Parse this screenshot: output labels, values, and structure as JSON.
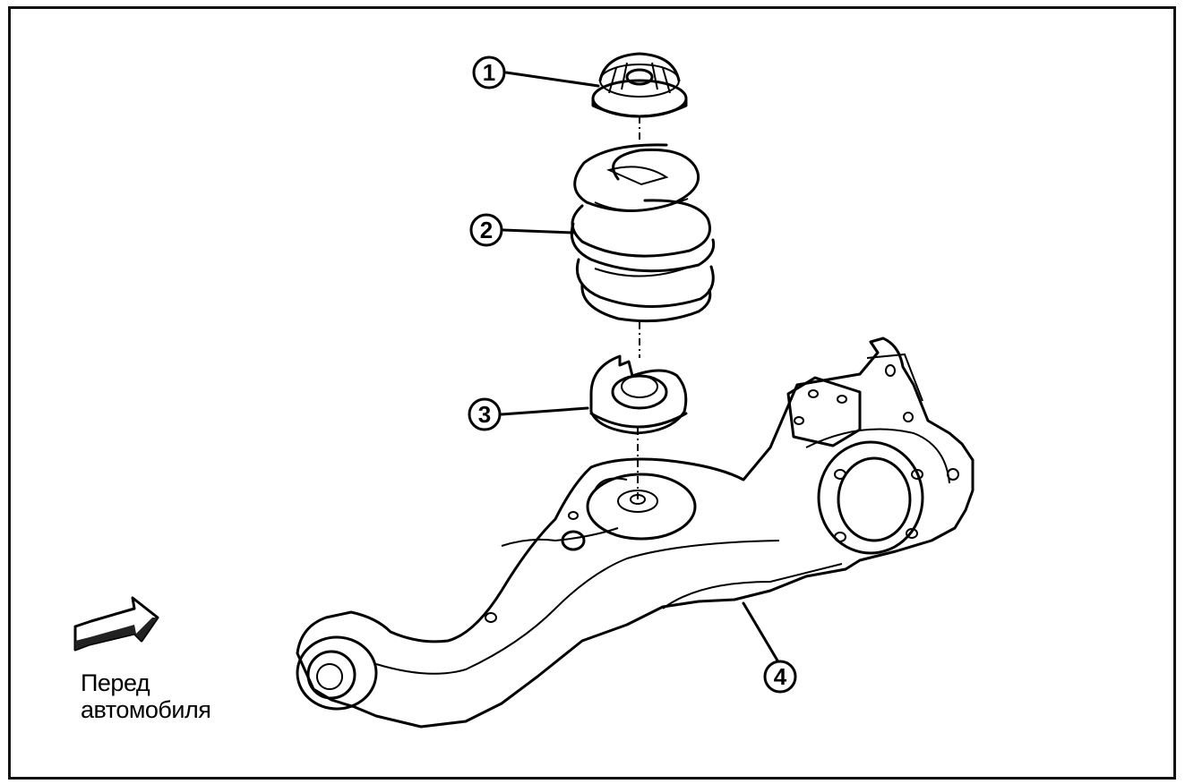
{
  "figure": {
    "parts": [
      {
        "number": "1"
      },
      {
        "number": "2"
      },
      {
        "number": "3"
      },
      {
        "number": "4"
      }
    ],
    "direction_label": {
      "line1": "Перед",
      "line2": "автомобиля"
    }
  }
}
